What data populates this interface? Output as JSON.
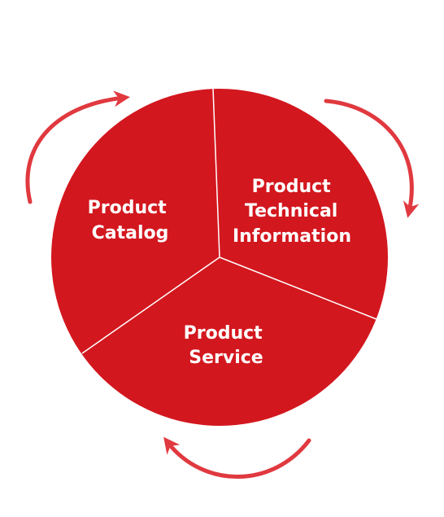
{
  "diagram": {
    "segments": [
      {
        "id": "catalog",
        "lines": [
          "Product",
          "Catalog"
        ]
      },
      {
        "id": "technical",
        "lines": [
          "Product",
          "Technical",
          "Information"
        ]
      },
      {
        "id": "service",
        "lines": [
          "Product",
          "Service"
        ]
      }
    ]
  },
  "colors": {
    "wheel_fill": "#d3171e",
    "divider": "#ffffff",
    "arrow": "#e0393f",
    "label": "#ffffff"
  }
}
